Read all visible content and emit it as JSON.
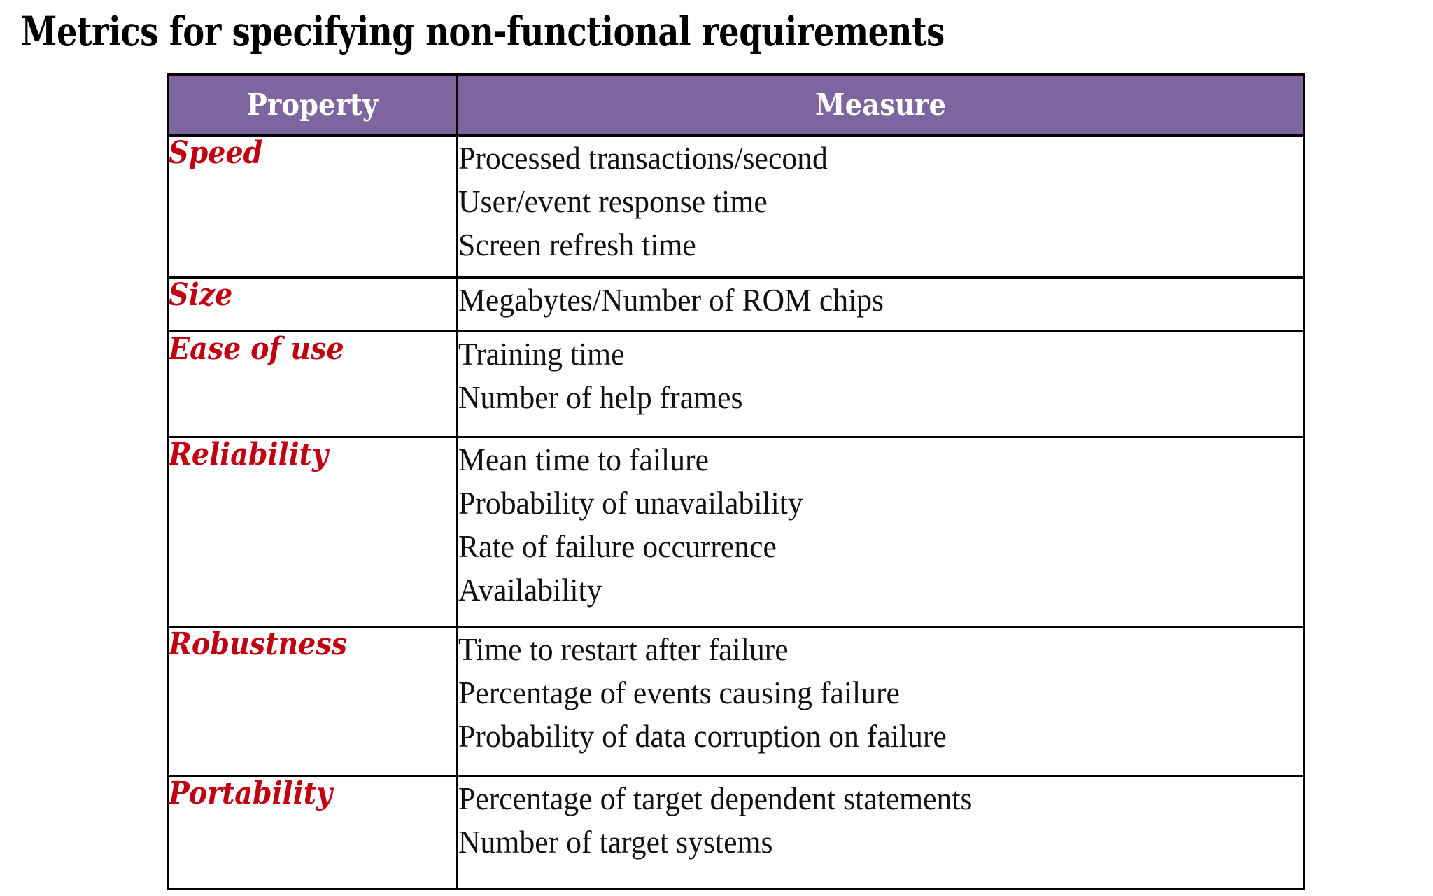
{
  "slide": {
    "title": "Metrics for specifying non-functional requirements",
    "accent_purple": "#7e65a0",
    "property_red": "#c00011",
    "border_black": "#000000",
    "text_black": "#111111"
  },
  "table": {
    "headers": {
      "property": "Property",
      "measure": "Measure"
    },
    "rows": [
      {
        "property": "Speed",
        "measures": [
          "Processed transactions/second",
          "User/event response time",
          "Screen refresh time"
        ]
      },
      {
        "property": "Size",
        "measures": [
          "Megabytes/Number of ROM chips"
        ]
      },
      {
        "property": "Ease of use",
        "measures": [
          "Training time",
          "Number of help frames"
        ]
      },
      {
        "property": "Reliability",
        "measures": [
          "Mean time to failure",
          "Probability of unavailability",
          "Rate of failure occurrence",
          "Availability"
        ]
      },
      {
        "property": "Robustness",
        "measures": [
          "Time to restart after failure",
          "Percentage of events causing failure",
          "Probability of data corruption on failure"
        ]
      },
      {
        "property": "Portability",
        "measures": [
          "Percentage of target dependent statements",
          "Number of target systems"
        ]
      }
    ]
  }
}
